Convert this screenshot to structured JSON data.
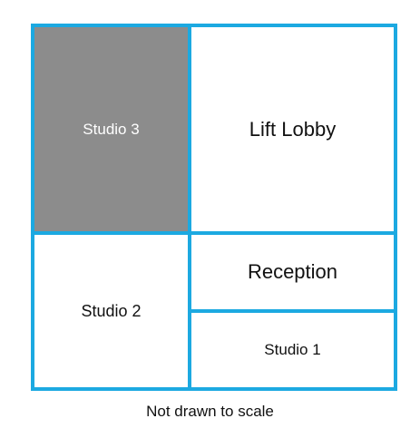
{
  "colors": {
    "wall": "#1ca9e1",
    "studio_3_fill": "#8c8c8c",
    "room_fill": "#ffffff",
    "label_light": "#ffffff",
    "label_dark": "#111111"
  },
  "rooms": {
    "studio_3": "Studio 3",
    "lift_lobby": "Lift Lobby",
    "studio_2": "Studio 2",
    "reception": "Reception",
    "studio_1": "Studio 1"
  },
  "caption": "Not drawn to scale"
}
